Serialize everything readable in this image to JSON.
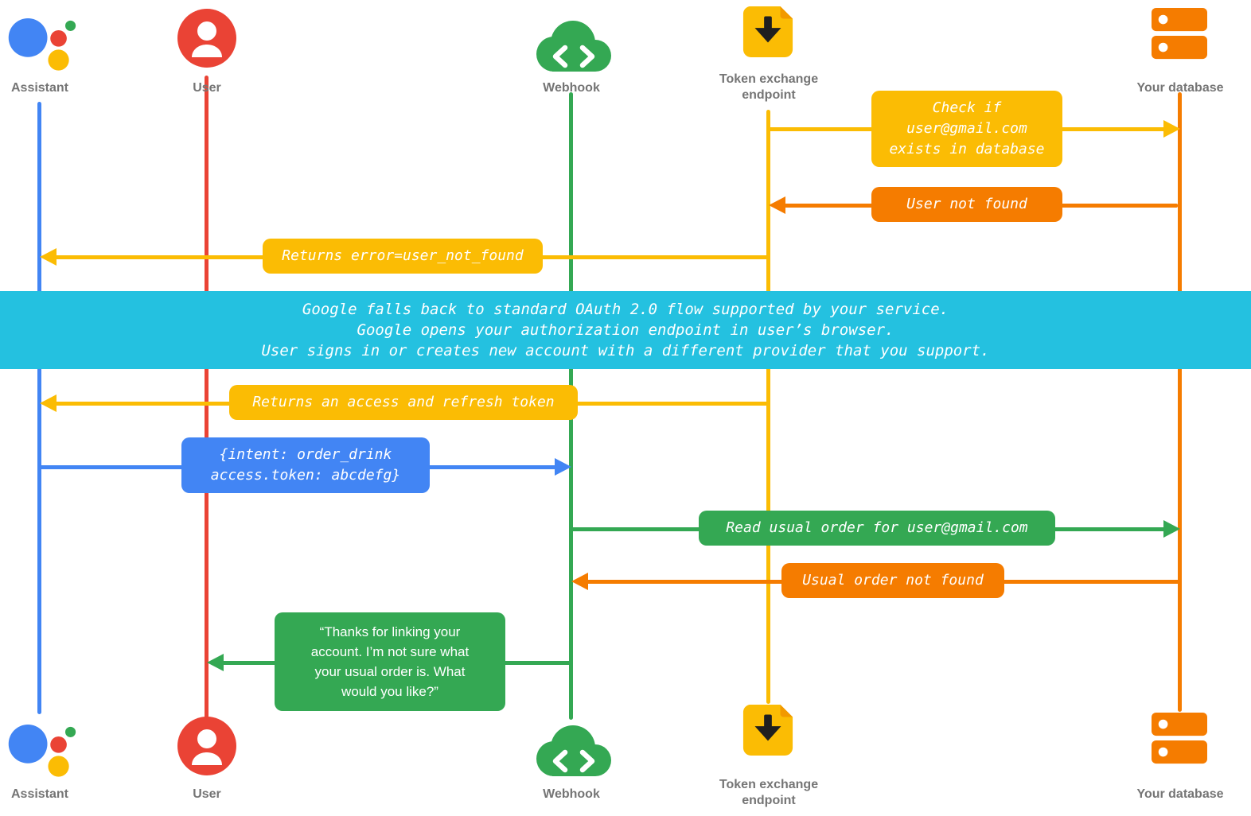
{
  "diagram": {
    "actors": [
      {
        "id": "assistant",
        "label": "Assistant",
        "icon": "google-assistant-icon",
        "color": "#4285F4"
      },
      {
        "id": "user",
        "label": "User",
        "icon": "user-icon",
        "color": "#EA4335"
      },
      {
        "id": "webhook",
        "label": "Webhook",
        "icon": "cloud-code-icon",
        "color": "#34A853"
      },
      {
        "id": "token_exchange",
        "label": "Token exchange endpoint",
        "icon": "token-exchange-icon",
        "color": "#FBBC04"
      },
      {
        "id": "database",
        "label": "Your database",
        "icon": "database-icon",
        "color": "#F57C00"
      }
    ],
    "messages": [
      {
        "from": "token_exchange",
        "to": "database",
        "color": "#FBBC04",
        "text": "Check if\nuser@gmail.com\nexists in database"
      },
      {
        "from": "database",
        "to": "token_exchange",
        "color": "#F57C00",
        "text": "User not found"
      },
      {
        "from": "token_exchange",
        "to": "assistant",
        "color": "#FBBC04",
        "text": "Returns error=user_not_found"
      },
      {
        "from": "token_exchange",
        "to": "assistant",
        "color": "#FBBC04",
        "text": "Returns an access and refresh token"
      },
      {
        "from": "assistant",
        "to": "webhook",
        "color": "#4285F4",
        "text": "{intent: order_drink\naccess.token: abcdefg}"
      },
      {
        "from": "webhook",
        "to": "database",
        "color": "#34A853",
        "text": "Read usual order for user@gmail.com"
      },
      {
        "from": "database",
        "to": "webhook",
        "color": "#F57C00",
        "text": "Usual order not found"
      },
      {
        "from": "webhook",
        "to": "user",
        "color": "#34A853",
        "text": "“Thanks for linking your\naccount. I’m not sure what\nyour usual order is. What\nwould you like?”"
      }
    ],
    "banner": {
      "color": "#24C1E0",
      "text": "Google falls back to standard OAuth 2.0 flow supported by your service.\nGoogle opens your authorization endpoint in user’s browser.\nUser signs in or creates new account with a different provider that you support."
    }
  }
}
